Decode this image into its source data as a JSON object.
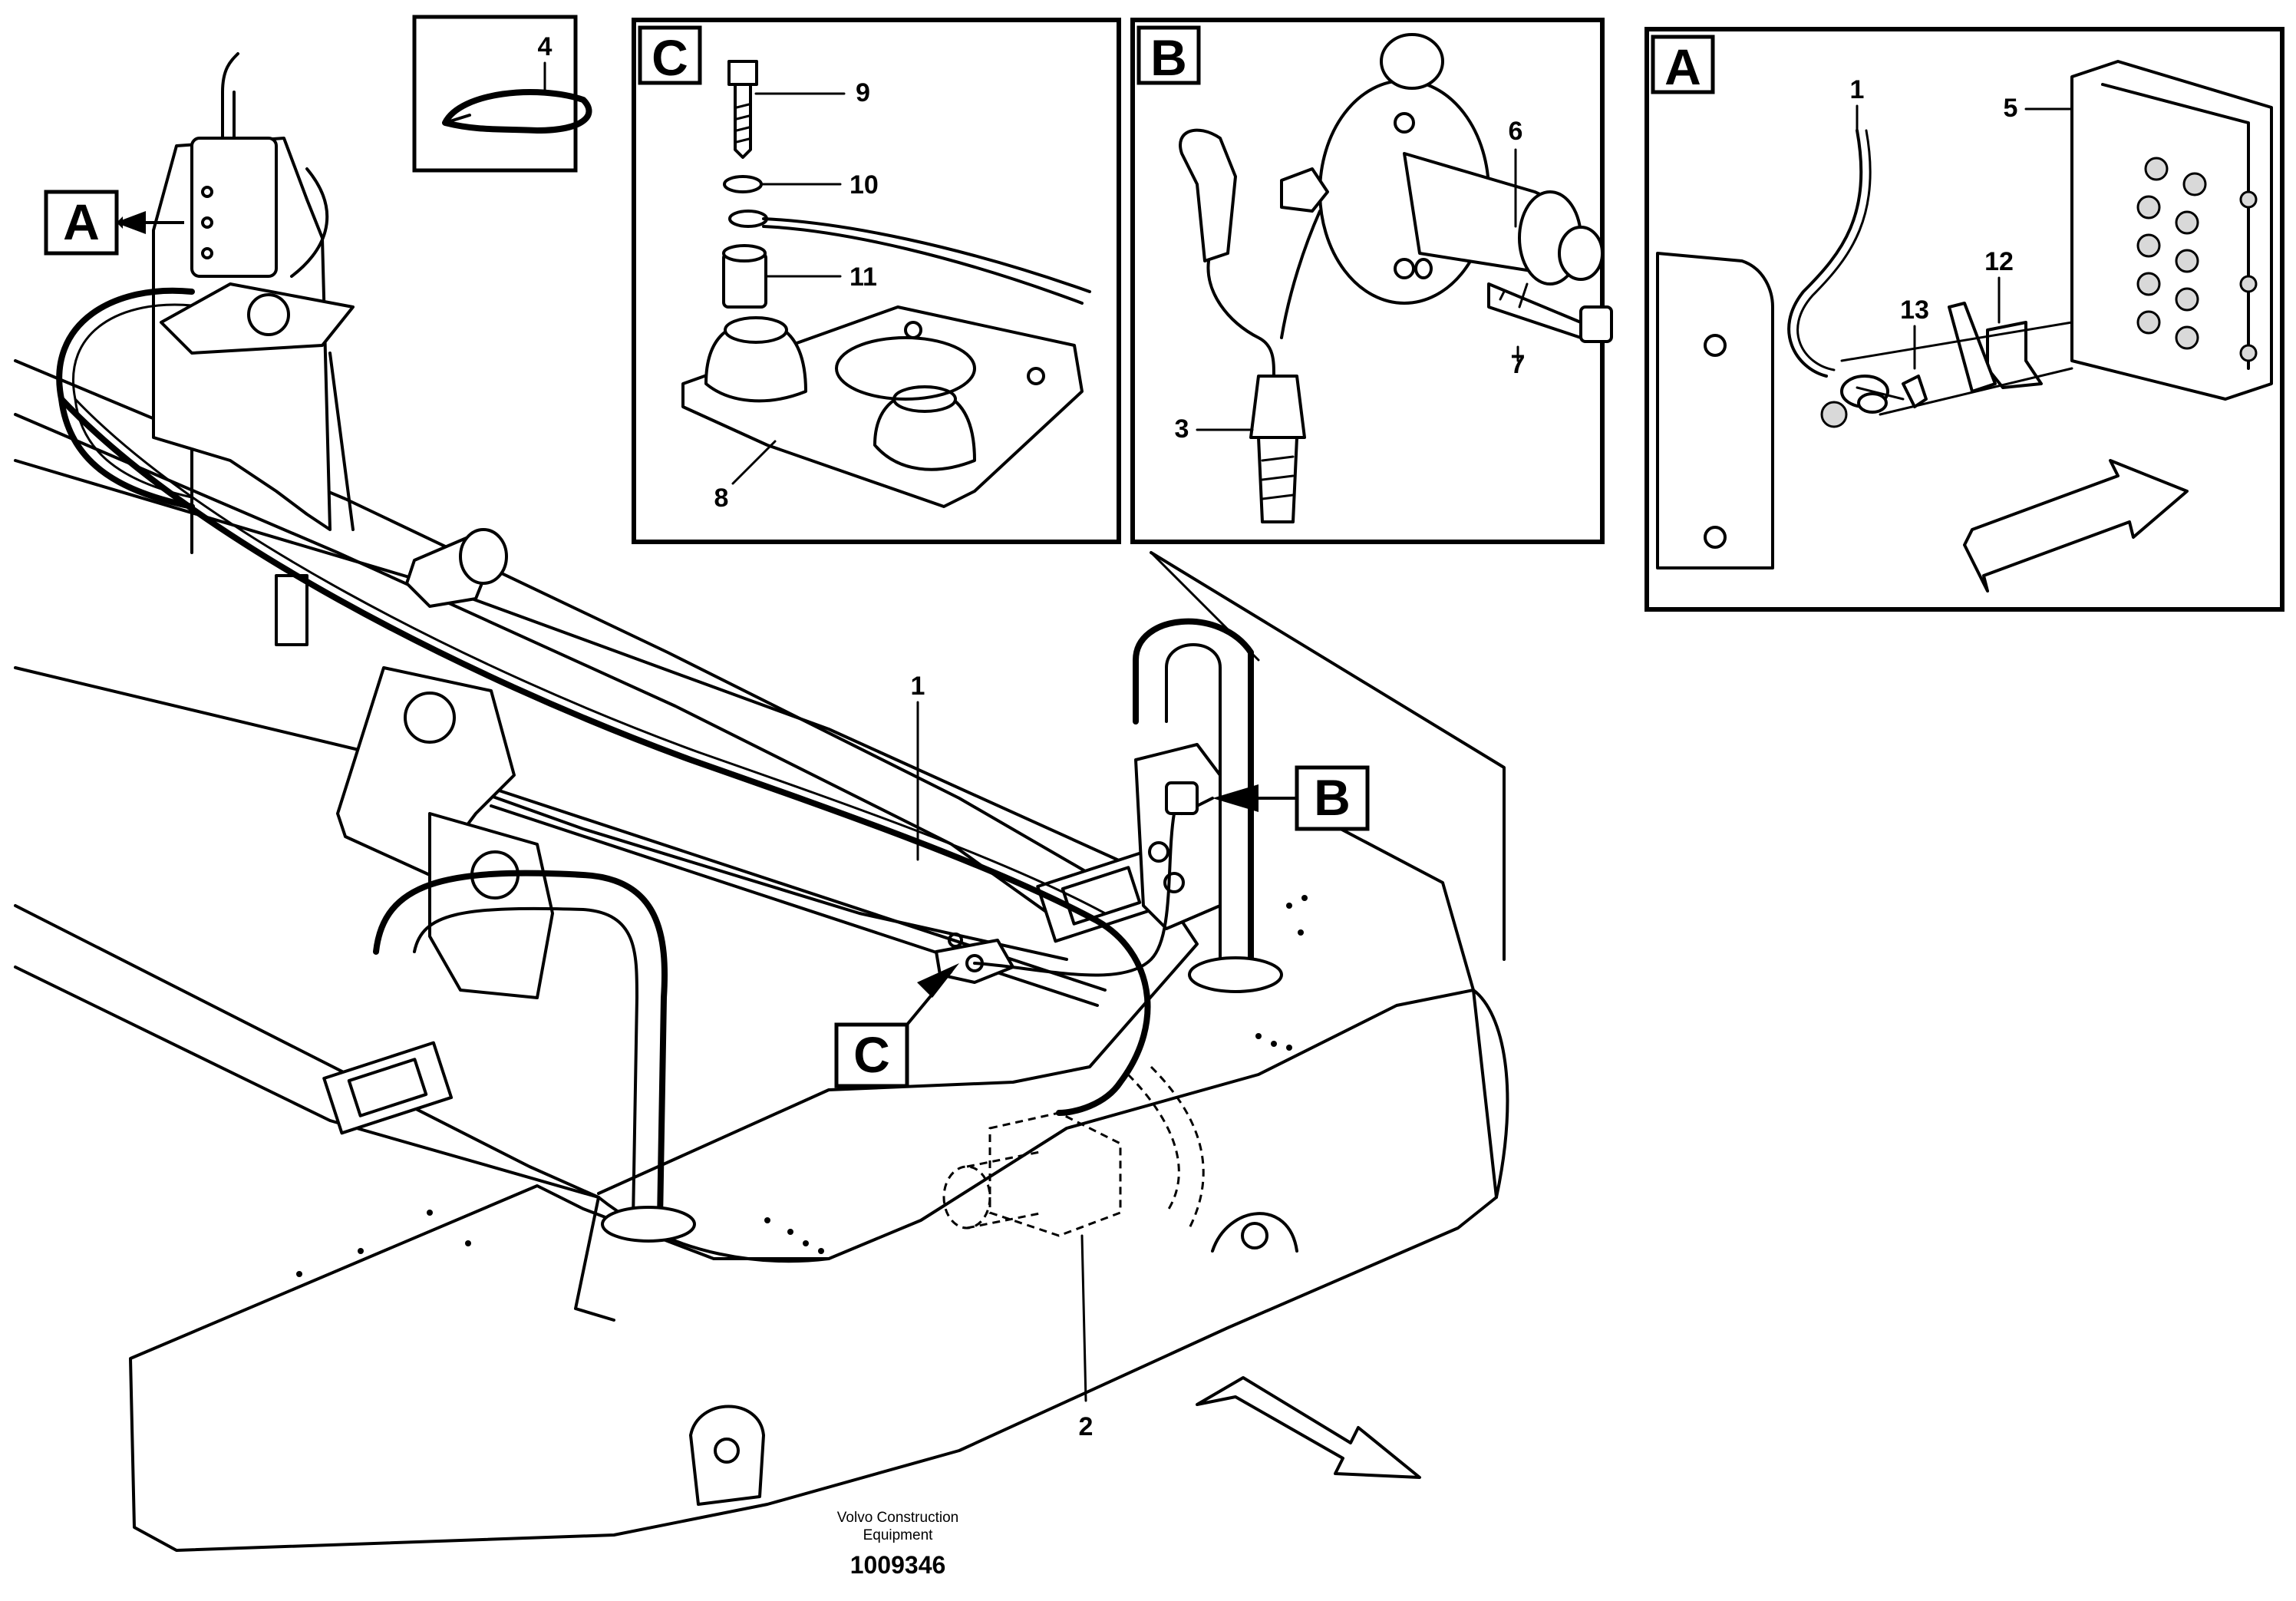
{
  "view_labels": {
    "A": "A",
    "B": "B",
    "C": "C"
  },
  "part_numbers": {
    "p1": "1",
    "p2": "2",
    "p3": "3",
    "p4": "4",
    "p5": "5",
    "p6": "6",
    "p7": "7",
    "p8": "8",
    "p9": "9",
    "p10": "10",
    "p11": "11",
    "p12": "12",
    "p13": "13"
  },
  "footer": {
    "company_line1": "Volvo Construction",
    "company_line2": "Equipment",
    "doc_number": "1009346"
  }
}
